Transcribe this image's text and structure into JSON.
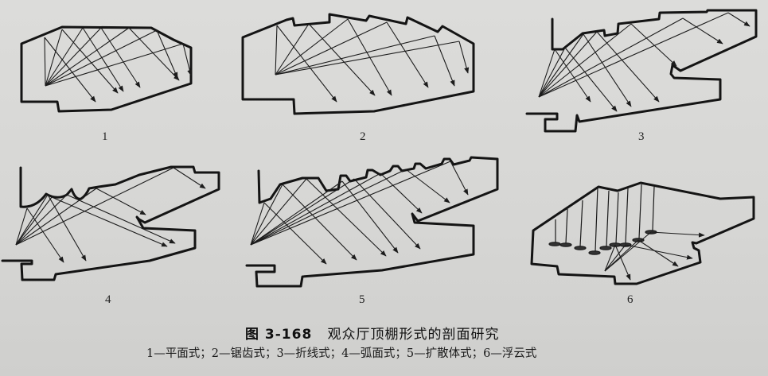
{
  "figure": {
    "number": "图 3-168",
    "title": "观众厅顶棚形式的剖面研究",
    "legend": "1—平面式；2—锯齿式；3—折线式；4—弧面式；5—扩散体式；6—浮云式"
  },
  "panels": [
    {
      "id": "1",
      "label": "1",
      "type": "平面式"
    },
    {
      "id": "2",
      "label": "2",
      "type": "锯齿式"
    },
    {
      "id": "3",
      "label": "3",
      "type": "折线式"
    },
    {
      "id": "4",
      "label": "4",
      "type": "弧面式"
    },
    {
      "id": "5",
      "label": "5",
      "type": "扩散体式"
    },
    {
      "id": "6",
      "label": "6",
      "type": "浮云式"
    }
  ]
}
